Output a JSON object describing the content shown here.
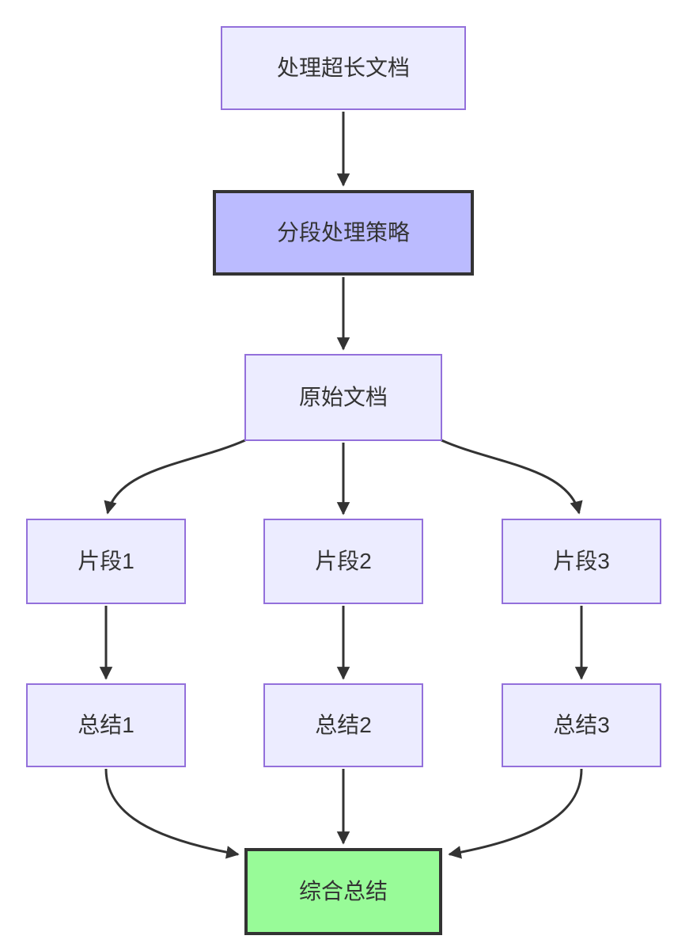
{
  "diagram": {
    "type": "flowchart",
    "direction": "top-down",
    "background": "#FFFFFF",
    "edge_color": "#333333",
    "text_color": "#333333",
    "nodes": [
      {
        "id": "process-long-doc",
        "label": "处理超长文档",
        "fill": "#ECECFF",
        "stroke": "#9370DB",
        "stroke_width": 2
      },
      {
        "id": "segmentation-strategy",
        "label": "分段处理策略",
        "fill": "#BBBBFF",
        "stroke": "#333333",
        "stroke_width": 4
      },
      {
        "id": "original-doc",
        "label": "原始文档",
        "fill": "#ECECFF",
        "stroke": "#9370DB",
        "stroke_width": 2
      },
      {
        "id": "fragment-1",
        "label": "片段1",
        "fill": "#ECECFF",
        "stroke": "#9370DB",
        "stroke_width": 2
      },
      {
        "id": "fragment-2",
        "label": "片段2",
        "fill": "#ECECFF",
        "stroke": "#9370DB",
        "stroke_width": 2
      },
      {
        "id": "fragment-3",
        "label": "片段3",
        "fill": "#ECECFF",
        "stroke": "#9370DB",
        "stroke_width": 2
      },
      {
        "id": "summary-1",
        "label": "总结1",
        "fill": "#ECECFF",
        "stroke": "#9370DB",
        "stroke_width": 2
      },
      {
        "id": "summary-2",
        "label": "总结2",
        "fill": "#ECECFF",
        "stroke": "#9370DB",
        "stroke_width": 2
      },
      {
        "id": "summary-3",
        "label": "总结3",
        "fill": "#ECECFF",
        "stroke": "#9370DB",
        "stroke_width": 2
      },
      {
        "id": "final-summary",
        "label": "综合总结",
        "fill": "#98FB98",
        "stroke": "#333333",
        "stroke_width": 4
      }
    ],
    "edges": [
      {
        "from": "process-long-doc",
        "to": "segmentation-strategy"
      },
      {
        "from": "segmentation-strategy",
        "to": "original-doc"
      },
      {
        "from": "original-doc",
        "to": "fragment-1"
      },
      {
        "from": "original-doc",
        "to": "fragment-2"
      },
      {
        "from": "original-doc",
        "to": "fragment-3"
      },
      {
        "from": "fragment-1",
        "to": "summary-1"
      },
      {
        "from": "fragment-2",
        "to": "summary-2"
      },
      {
        "from": "fragment-3",
        "to": "summary-3"
      },
      {
        "from": "summary-1",
        "to": "final-summary"
      },
      {
        "from": "summary-2",
        "to": "final-summary"
      },
      {
        "from": "summary-3",
        "to": "final-summary"
      }
    ]
  }
}
